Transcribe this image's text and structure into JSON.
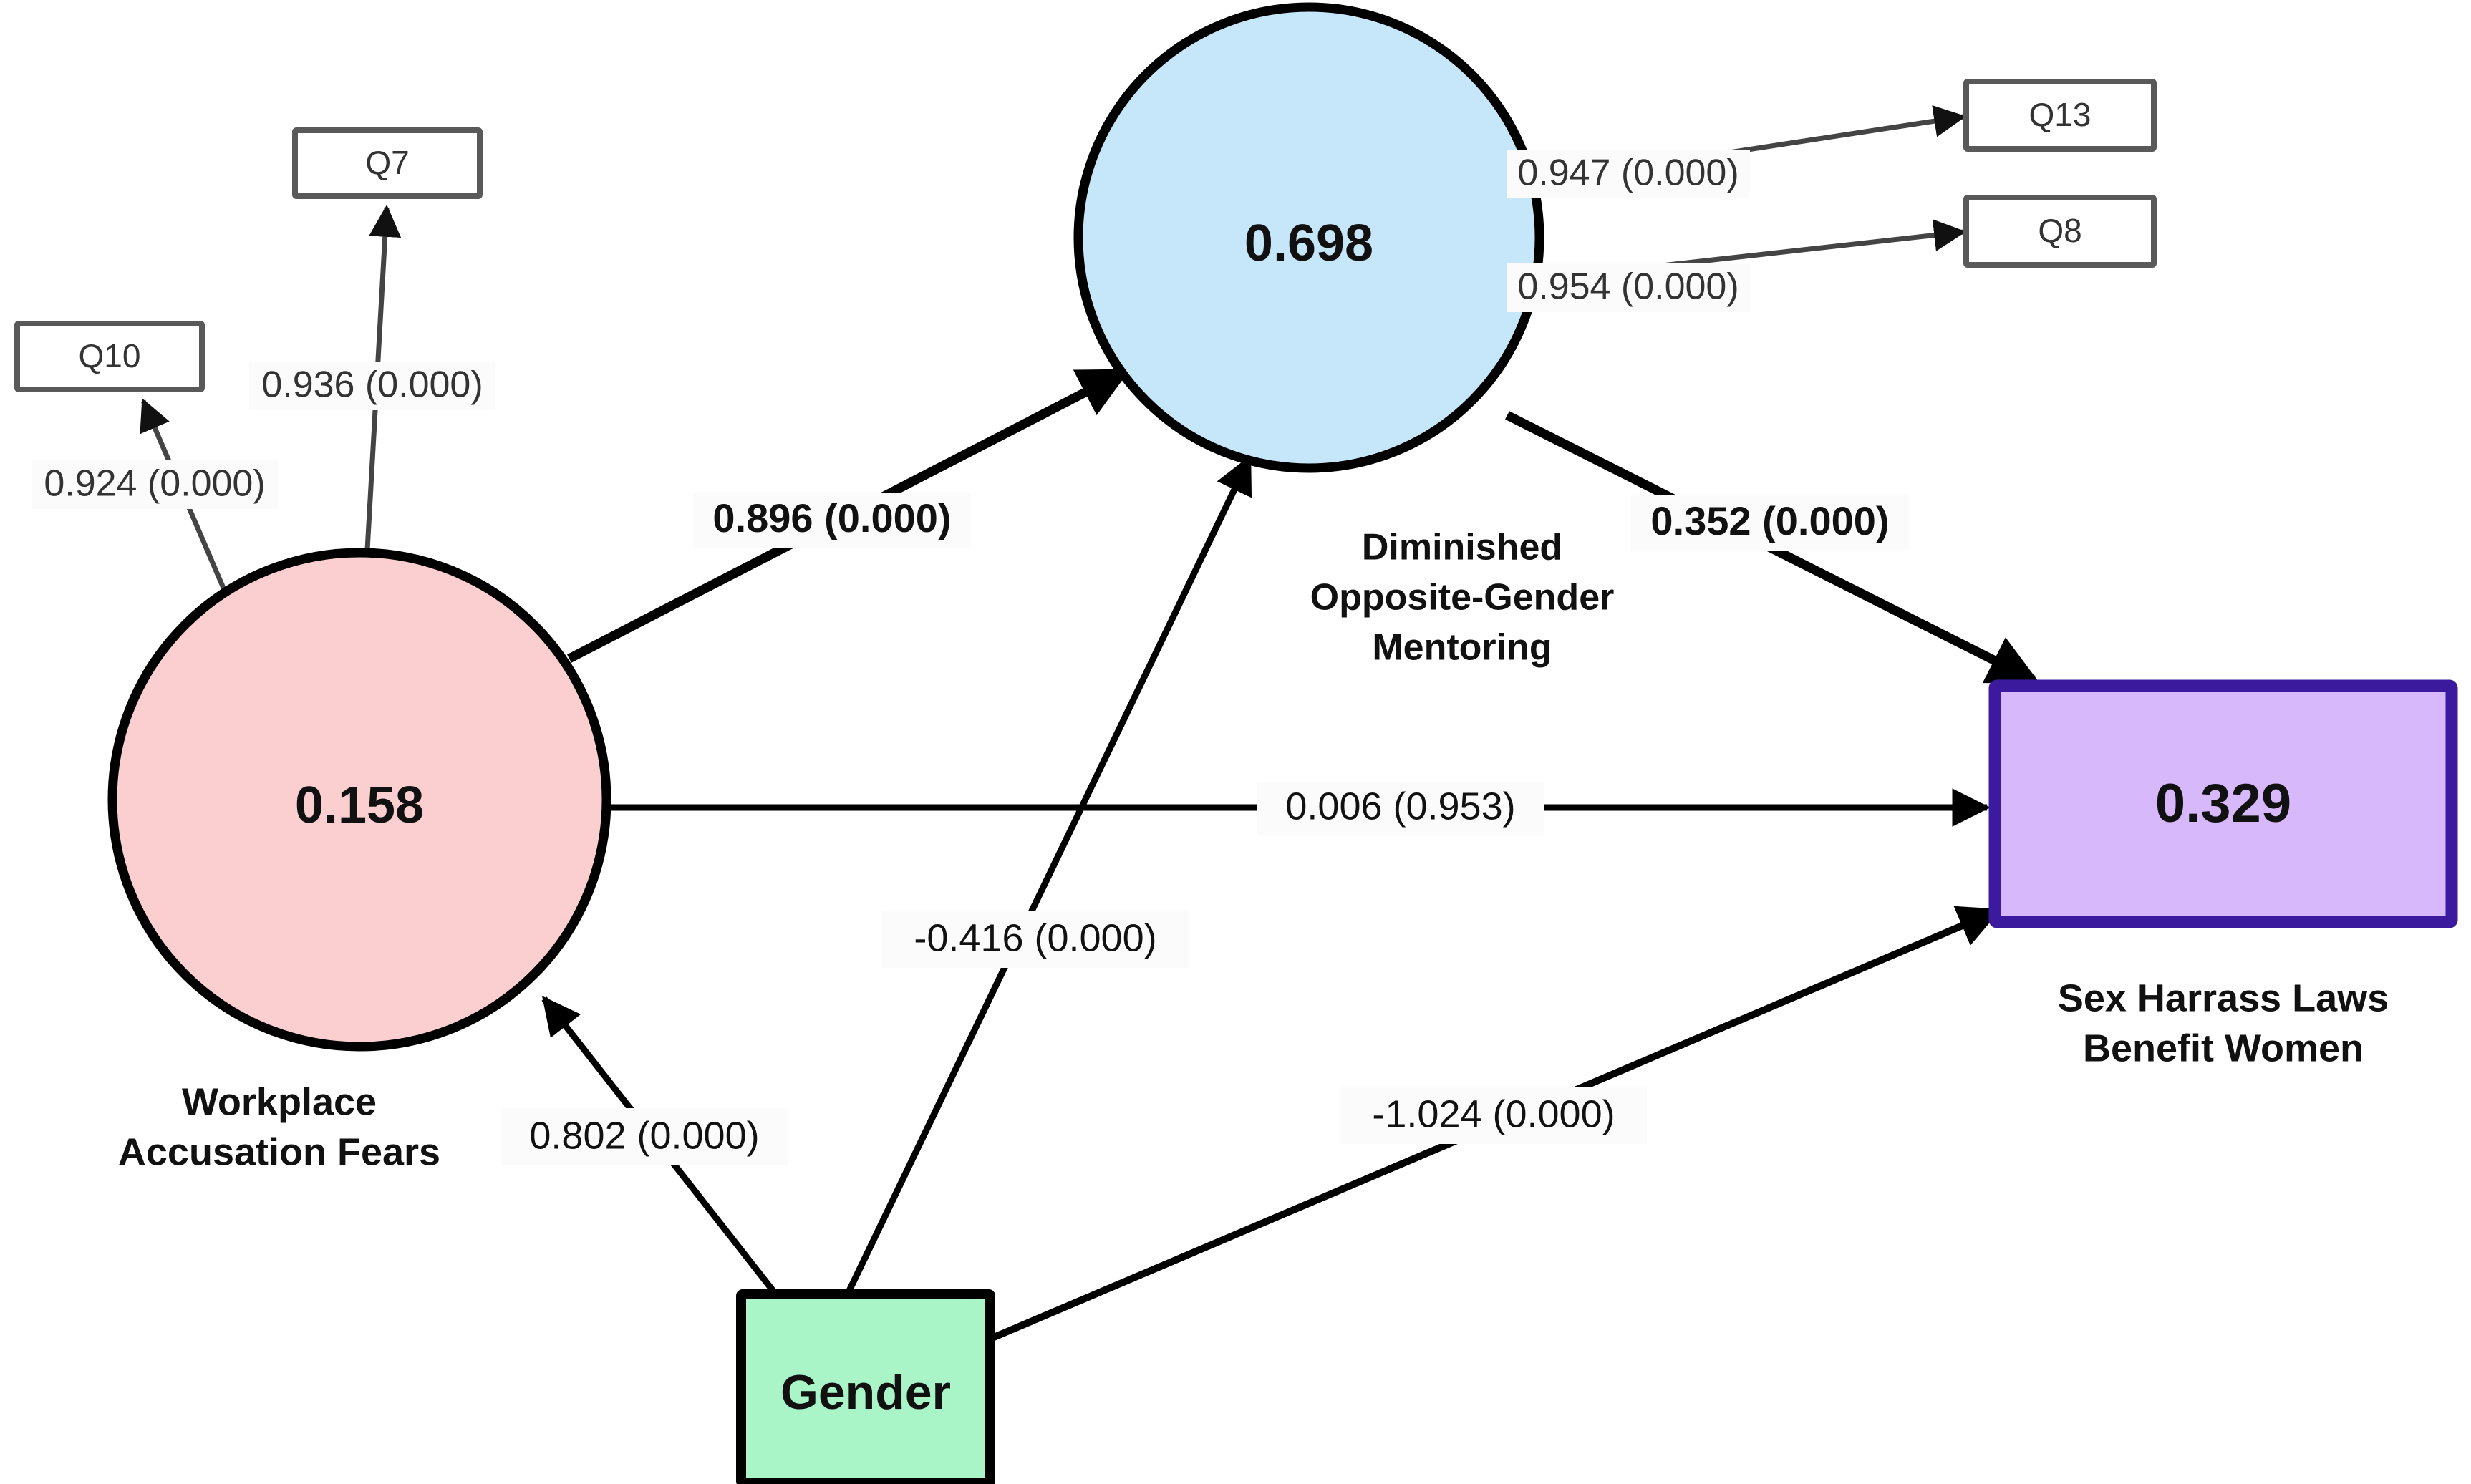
{
  "diagram": {
    "type": "sem-path-diagram",
    "background_color": "#ffffff",
    "nodes": [
      {
        "id": "workplace_accusation_fears",
        "shape": "circle",
        "value": "0.158",
        "label_line1": "Workplace",
        "label_line2": "Accusation Fears",
        "fill_color": "#fbcfcf",
        "stroke_color": "#000000"
      },
      {
        "id": "diminished_opposite_gender_mentoring",
        "shape": "circle",
        "value": "0.698",
        "label_line1": "Diminished",
        "label_line2": "Opposite-Gender",
        "label_line3": "Mentoring",
        "fill_color": "#c6e6f9",
        "stroke_color": "#000000"
      },
      {
        "id": "sex_harrass_laws_benefit_women",
        "shape": "rectangle",
        "value": "0.329",
        "label_line1": "Sex Harrass Laws",
        "label_line2": "Benefit Women",
        "fill_color": "#d6b8fb",
        "stroke_color": "#3c1a9e"
      },
      {
        "id": "gender",
        "shape": "rectangle",
        "value": "Gender",
        "fill_color": "#a9f5c8",
        "stroke_color": "#000000"
      }
    ],
    "indicators": [
      {
        "id": "q7",
        "label": "Q7",
        "fill_color": "#ffffff",
        "stroke_color": "#595959"
      },
      {
        "id": "q10",
        "label": "Q10",
        "fill_color": "#ffffff",
        "stroke_color": "#595959"
      },
      {
        "id": "q13",
        "label": "Q13",
        "fill_color": "#ffffff",
        "stroke_color": "#595959"
      },
      {
        "id": "q8",
        "label": "Q8",
        "fill_color": "#ffffff",
        "stroke_color": "#595959"
      }
    ],
    "paths": [
      {
        "id": "waf_to_q10",
        "from": "workplace_accusation_fears",
        "to": "q10",
        "label": "0.924 (0.000)",
        "estimate": 0.924,
        "p_value": 0.0,
        "weight": "thin"
      },
      {
        "id": "waf_to_q7",
        "from": "workplace_accusation_fears",
        "to": "q7",
        "label": "0.936 (0.000)",
        "estimate": 0.936,
        "p_value": 0.0,
        "weight": "thin"
      },
      {
        "id": "dogm_to_q13",
        "from": "diminished_opposite_gender_mentoring",
        "to": "q13",
        "label": "0.947 (0.000)",
        "estimate": 0.947,
        "p_value": 0.0,
        "weight": "thin"
      },
      {
        "id": "dogm_to_q8",
        "from": "diminished_opposite_gender_mentoring",
        "to": "q8",
        "label": "0.954 (0.000)",
        "estimate": 0.954,
        "p_value": 0.0,
        "weight": "thin"
      },
      {
        "id": "waf_to_dogm",
        "from": "workplace_accusation_fears",
        "to": "diminished_opposite_gender_mentoring",
        "label": "0.896 (0.000)",
        "estimate": 0.896,
        "p_value": 0.0,
        "weight": "bold"
      },
      {
        "id": "dogm_to_shlbw",
        "from": "diminished_opposite_gender_mentoring",
        "to": "sex_harrass_laws_benefit_women",
        "label": "0.352 (0.000)",
        "estimate": 0.352,
        "p_value": 0.0,
        "weight": "bold"
      },
      {
        "id": "waf_to_shlbw",
        "from": "workplace_accusation_fears",
        "to": "sex_harrass_laws_benefit_women",
        "label": "0.006 (0.953)",
        "estimate": 0.006,
        "p_value": 0.953,
        "weight": "mid"
      },
      {
        "id": "gender_to_dogm",
        "from": "gender",
        "to": "diminished_opposite_gender_mentoring",
        "label": "-0.416 (0.000)",
        "estimate": -0.416,
        "p_value": 0.0,
        "weight": "mid"
      },
      {
        "id": "gender_to_waf",
        "from": "gender",
        "to": "workplace_accusation_fears",
        "label": "0.802 (0.000)",
        "estimate": 0.802,
        "p_value": 0.0,
        "weight": "mid"
      },
      {
        "id": "gender_to_shlbw",
        "from": "gender",
        "to": "sex_harrass_laws_benefit_women",
        "label": "-1.024 (0.000)",
        "estimate": -1.024,
        "p_value": 0.0,
        "weight": "mid"
      }
    ]
  }
}
